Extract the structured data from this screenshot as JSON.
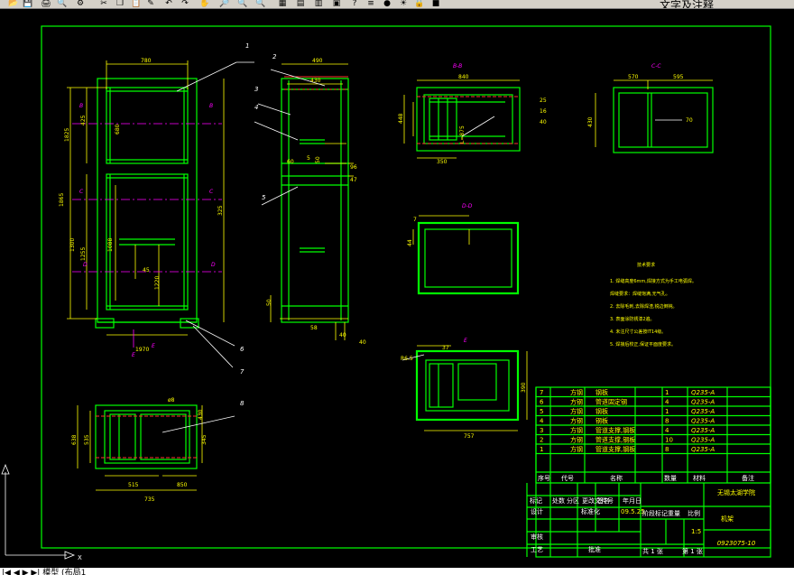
{
  "toolbar": {
    "buttons": [
      {
        "name": "open-icon",
        "glyph": "📂"
      },
      {
        "name": "save-icon",
        "glyph": "💾"
      },
      {
        "name": "print-icon",
        "glyph": "🖨"
      },
      {
        "name": "plot-preview-icon",
        "glyph": "🔍"
      },
      {
        "name": "publish-icon",
        "glyph": "⚙"
      },
      {
        "name": "cut-icon",
        "glyph": "✂"
      },
      {
        "name": "copy-icon",
        "glyph": "❐"
      },
      {
        "name": "paste-icon",
        "glyph": "📋"
      },
      {
        "name": "match-properties-icon",
        "glyph": "✎"
      },
      {
        "name": "undo-icon",
        "glyph": "↶"
      },
      {
        "name": "redo-icon",
        "glyph": "↷"
      },
      {
        "name": "pan-icon",
        "glyph": "✋"
      },
      {
        "name": "zoom-realtime-icon",
        "glyph": "🔎"
      },
      {
        "name": "zoom-window-icon",
        "glyph": "🔍"
      },
      {
        "name": "zoom-previous-icon",
        "glyph": "🔍"
      },
      {
        "name": "properties-icon",
        "glyph": "▦"
      },
      {
        "name": "design-center-icon",
        "glyph": "▤"
      },
      {
        "name": "tool-palettes-icon",
        "glyph": "▥"
      },
      {
        "name": "sheet-set-icon",
        "glyph": "▣"
      },
      {
        "name": "help-icon",
        "glyph": "?"
      },
      {
        "name": "layer-manager-icon",
        "glyph": "≡"
      },
      {
        "name": "layer-bulb-icon",
        "glyph": "●"
      },
      {
        "name": "layer-sun-icon",
        "glyph": "☀"
      },
      {
        "name": "layer-lock-icon",
        "glyph": "🔒"
      },
      {
        "name": "layer-color-icon",
        "glyph": "■"
      }
    ],
    "layer_name": "文字及注释"
  },
  "status": {
    "text": "|◀ ◀ ▶ ▶| 模型 (布局1"
  },
  "drawing": {
    "views": {
      "section_bb": "B-B",
      "section_cc": "C-C",
      "section_dd": "D-D",
      "detail_e": "E"
    },
    "part_callouts": [
      "1",
      "2",
      "3",
      "4",
      "5",
      "6",
      "7",
      "8"
    ],
    "front": {
      "dims": [
        "780",
        "1825",
        "1255",
        "425",
        "325",
        "1300",
        "1865",
        "1970",
        "45",
        "680",
        "1220",
        "1088"
      ]
    },
    "side": {
      "dims": [
        "490",
        "430",
        "60",
        "5",
        "50",
        "96",
        "47",
        "50",
        "58",
        "40",
        "40"
      ]
    },
    "bb_dims": [
      "840",
      "448",
      "350",
      "L=875",
      "25",
      "16",
      "40"
    ],
    "cc_dims": [
      "570",
      "595",
      "430",
      "70"
    ],
    "dd_dims": [
      "7",
      "44"
    ],
    "e_dims": [
      "37",
      "R6.5",
      "390",
      "757"
    ],
    "bottom_dims": [
      "638",
      "535",
      "345",
      "515",
      "735",
      "850",
      "430",
      "ø8"
    ],
    "section_markers": [
      "B",
      "B",
      "C",
      "C",
      "D",
      "D",
      "E",
      "E"
    ],
    "notes": {
      "title": "技术要求",
      "lines": [
        "1. 焊缝高度6mm,焊接方式为手工电弧焊。",
        "  焊缝要求：焊缝饱满,无气孔。",
        "2. 去除毛刺,去除焊渣,锐边倒钝。",
        "3. 表面涂防锈漆2遍。",
        "4. 未注尺寸公差按IT14级。",
        "5. 焊接后校正,保证平面度要求。"
      ]
    }
  },
  "bom": {
    "rows": [
      {
        "seq": "7",
        "code": "方钢",
        "name": "钢板",
        "qty": "1",
        "material": "Q235-A",
        "note": ""
      },
      {
        "seq": "6",
        "code": "方钢",
        "name": "管道固定钢",
        "qty": "4",
        "material": "Q235-A",
        "note": ""
      },
      {
        "seq": "5",
        "code": "方钢",
        "name": "钢板",
        "qty": "1",
        "material": "Q235-A",
        "note": ""
      },
      {
        "seq": "4",
        "code": "方钢",
        "name": "钢板",
        "qty": "8",
        "material": "Q235-A",
        "note": ""
      },
      {
        "seq": "3",
        "code": "方钢",
        "name": "管道支撑,钢板",
        "qty": "4",
        "material": "Q235-A",
        "note": ""
      },
      {
        "seq": "2",
        "code": "方钢",
        "name": "管道支撑,钢板",
        "qty": "10",
        "material": "Q235-A",
        "note": ""
      },
      {
        "seq": "1",
        "code": "方钢",
        "name": "管道支撑,钢板",
        "qty": "8",
        "material": "Q235-A",
        "note": ""
      }
    ],
    "headers": [
      "序号",
      "代号",
      "名称",
      "数量",
      "材料",
      "备注"
    ]
  },
  "title_block": {
    "school": "无锡太湖学院",
    "part_name": "机架",
    "drawing_no": "0923075-10",
    "row_labels": [
      "标记",
      "处数",
      "分区",
      "更改文件号",
      "签名",
      "年月日"
    ],
    "design_row": [
      "设计",
      "",
      "标准化",
      "",
      "",
      "阶段标记",
      "重量",
      "比例"
    ],
    "check_label": "审核",
    "process_label": "工艺",
    "approve_label": "批准",
    "date": "09.5.25",
    "scale": "1:5",
    "sheets": "共 1 张",
    "sheet_no": "第 1 张"
  }
}
